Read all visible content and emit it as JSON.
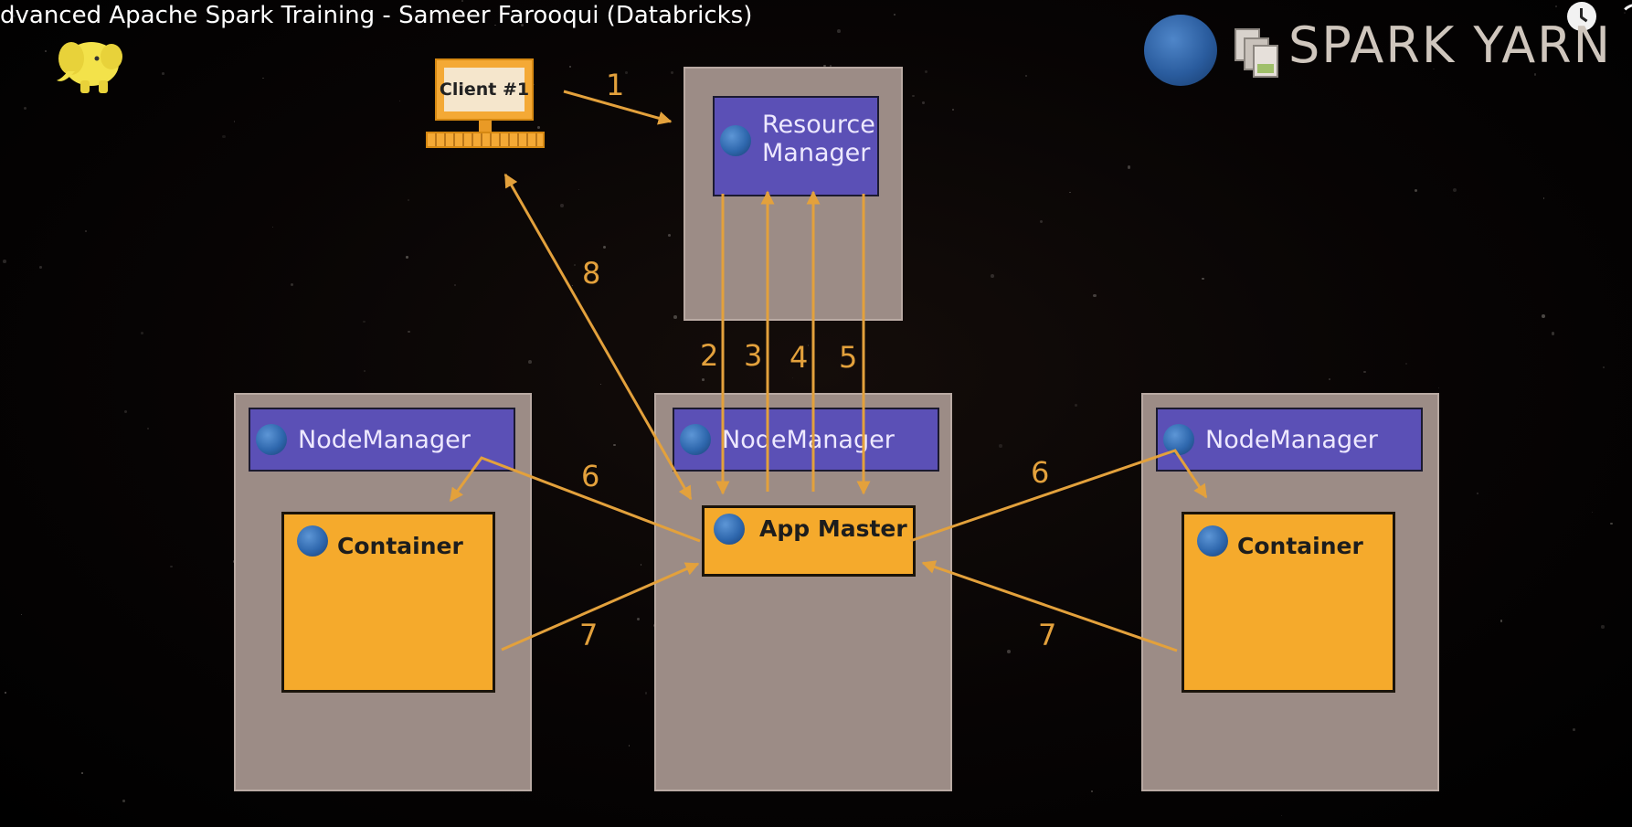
{
  "video": {
    "title": "dvanced Apache Spark Training - Sameer Farooqui (Databricks)"
  },
  "controls": {
    "watch_later_icon": "clock-icon",
    "share_icon": "share-icon"
  },
  "logo": {
    "title": "SPARK YARN"
  },
  "colors": {
    "arrow": "#e3a13c",
    "node_box": "#9c8c86",
    "manager_bar": "#5b50b6",
    "container": "#f5aa2c"
  },
  "client": {
    "label": "Client #1"
  },
  "resource_manager": {
    "label": "Resource Manager"
  },
  "center_node": {
    "manager_label": "NodeManager",
    "app_master_label": "App Master"
  },
  "left_node": {
    "manager_label": "NodeManager",
    "container_label": "Container"
  },
  "right_node": {
    "manager_label": "NodeManager",
    "container_label": "Container"
  },
  "steps": [
    "1",
    "2",
    "3",
    "4",
    "5",
    "6",
    "6",
    "7",
    "7",
    "8"
  ]
}
